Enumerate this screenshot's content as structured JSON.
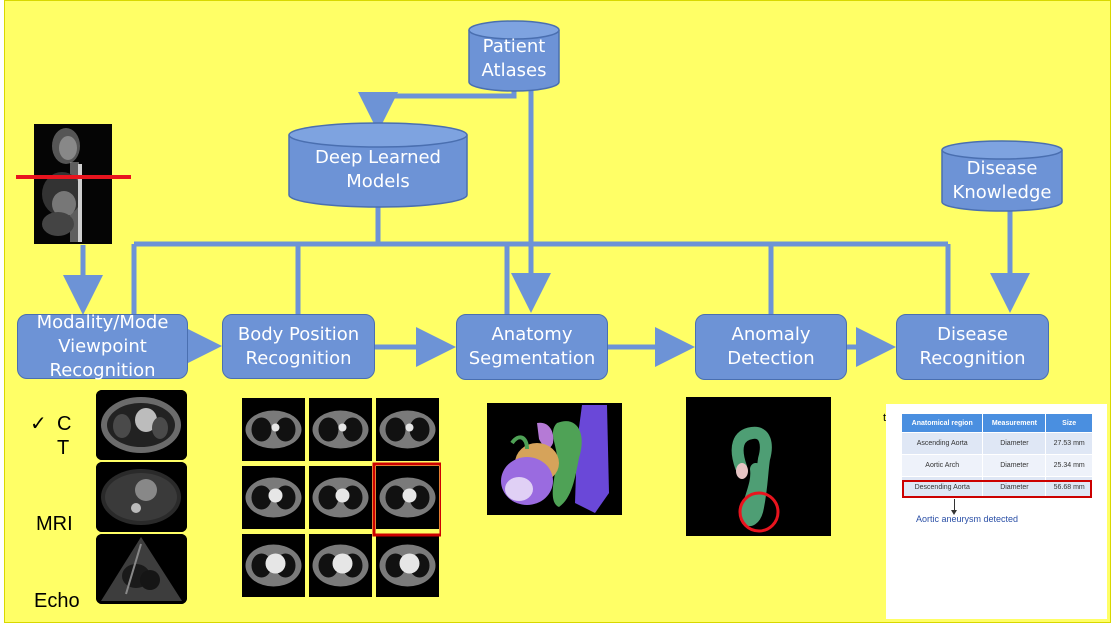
{
  "cylinders": {
    "atlases": {
      "lines": [
        "Patient",
        "Atlases"
      ]
    },
    "models": {
      "lines": [
        "Deep Learned",
        "Models"
      ]
    },
    "knowledge": {
      "lines": [
        "Disease",
        "Knowledge"
      ]
    }
  },
  "steps": [
    {
      "lines": [
        "Modality/Mode",
        "Viewpoint",
        "Recognition"
      ]
    },
    {
      "lines": [
        "Body Position",
        "Recognition"
      ]
    },
    {
      "lines": [
        "Anatomy",
        "Segmentation"
      ]
    },
    {
      "lines": [
        "Anomaly",
        "Detection"
      ]
    },
    {
      "lines": [
        "Disease",
        "Recognition"
      ]
    }
  ],
  "modalities": {
    "check": "✓",
    "ct_line1": "C",
    "ct_line2": "T",
    "mri": "MRI",
    "echo": "Echo"
  },
  "measurement_table": {
    "headers": [
      "Anatomical region",
      "Measurement",
      "Size"
    ],
    "rows": [
      [
        "Ascending Aorta",
        "Diameter",
        "27.53 mm"
      ],
      [
        "Aortic Arch",
        "Diameter",
        "25.34 mm"
      ],
      [
        "Descending Aorta",
        "Diameter",
        "56.68 mm"
      ]
    ],
    "footer": "Aortic aneurysm detected",
    "stray": "t"
  },
  "colors": {
    "background": "#ffff66",
    "box": "#6d93d6",
    "connector": "#6d93d6",
    "highlight": "#cc0000"
  }
}
